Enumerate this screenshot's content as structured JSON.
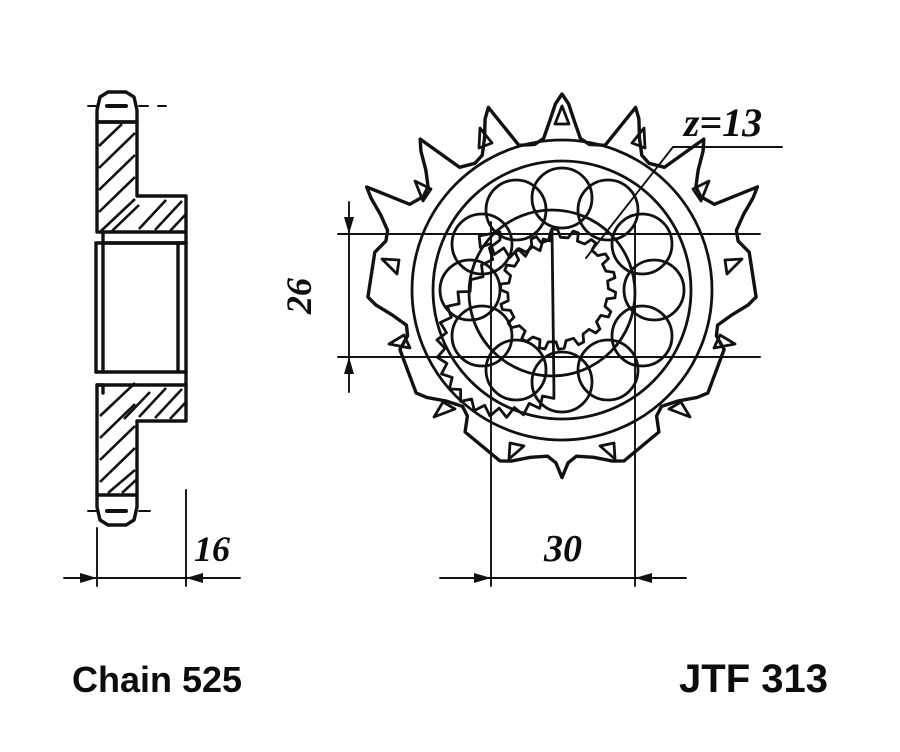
{
  "drawing": {
    "title_part_number": "JTF 313",
    "chain_spec": "Chain 525",
    "tooth_count_label": "z=13",
    "tooth_count": 13,
    "hole_count": 12,
    "spline_count": 19,
    "dimensions": {
      "width_side_view": "16",
      "bore_diameter": "26",
      "hub_width": "30"
    },
    "views": {
      "left": "section-side-view",
      "right": "front-face-view"
    },
    "colors": {
      "line": "#111111",
      "background": "#ffffff",
      "text": "#0d0d0d"
    }
  }
}
